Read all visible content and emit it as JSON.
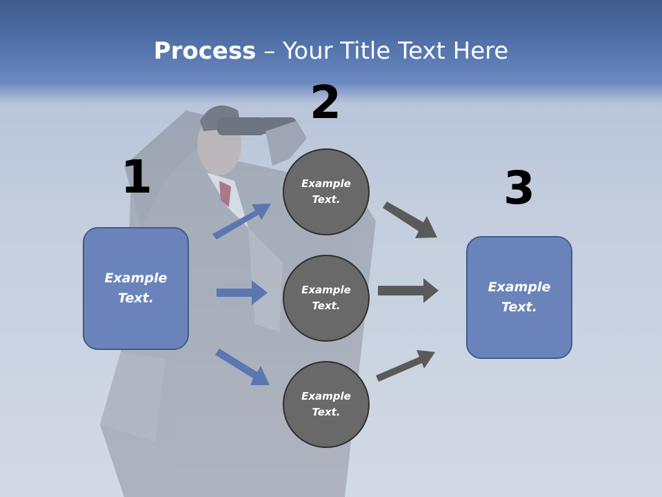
{
  "title": {
    "bold": "Process",
    "rest": " – Your Title Text Here"
  },
  "steps": [
    {
      "number": "1",
      "box_text": [
        "Example",
        "Text."
      ]
    },
    {
      "number": "2",
      "circles": [
        [
          "Example",
          "Text."
        ],
        [
          "Example",
          "Text."
        ],
        [
          "Example",
          "Text."
        ]
      ]
    },
    {
      "number": "3",
      "box_text": [
        "Example",
        "Text."
      ]
    }
  ],
  "colors": {
    "blue_box": "#6a84bb",
    "blue_arrow": "#5b77b0",
    "gray_circle": "#696969",
    "gray_arrow": "#5a5a5a"
  }
}
